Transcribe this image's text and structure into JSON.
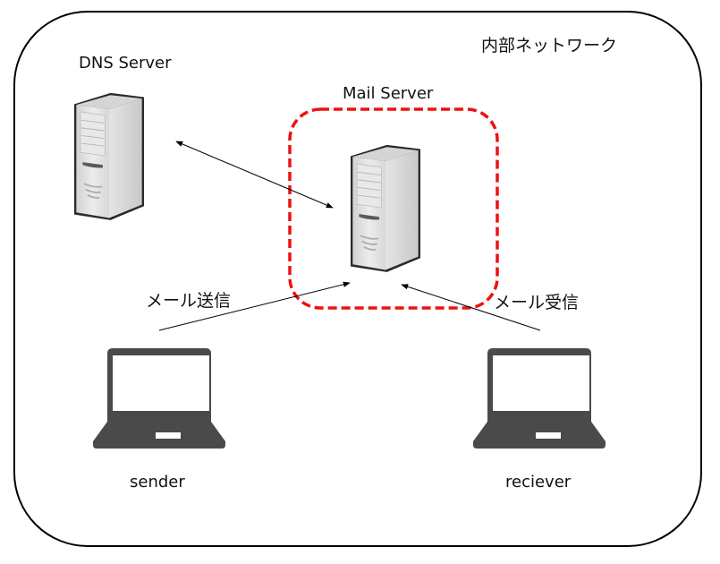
{
  "network": {
    "title": "内部ネットワーク"
  },
  "nodes": {
    "dns_server": {
      "label": "DNS Server",
      "icon": "server-tower-icon"
    },
    "mail_server": {
      "label": "Mail Server",
      "icon": "server-tower-icon",
      "highlight_color": "#ee1111"
    },
    "sender": {
      "label": "sender",
      "icon": "laptop-icon"
    },
    "receiver": {
      "label": "reciever",
      "icon": "laptop-icon"
    }
  },
  "edges": {
    "dns_mail": {
      "label": "",
      "direction": "bidirectional"
    },
    "send": {
      "label": "メール送信",
      "direction": "sender-to-mail-server"
    },
    "receive": {
      "label": "メール受信",
      "direction": "receiver-to-mail-server"
    }
  },
  "colors": {
    "border": "#000000",
    "highlight": "#ee1111",
    "laptop": "#4a4a4a",
    "server_light": "#e6e6e6",
    "server_dark": "#bdbdbd"
  }
}
